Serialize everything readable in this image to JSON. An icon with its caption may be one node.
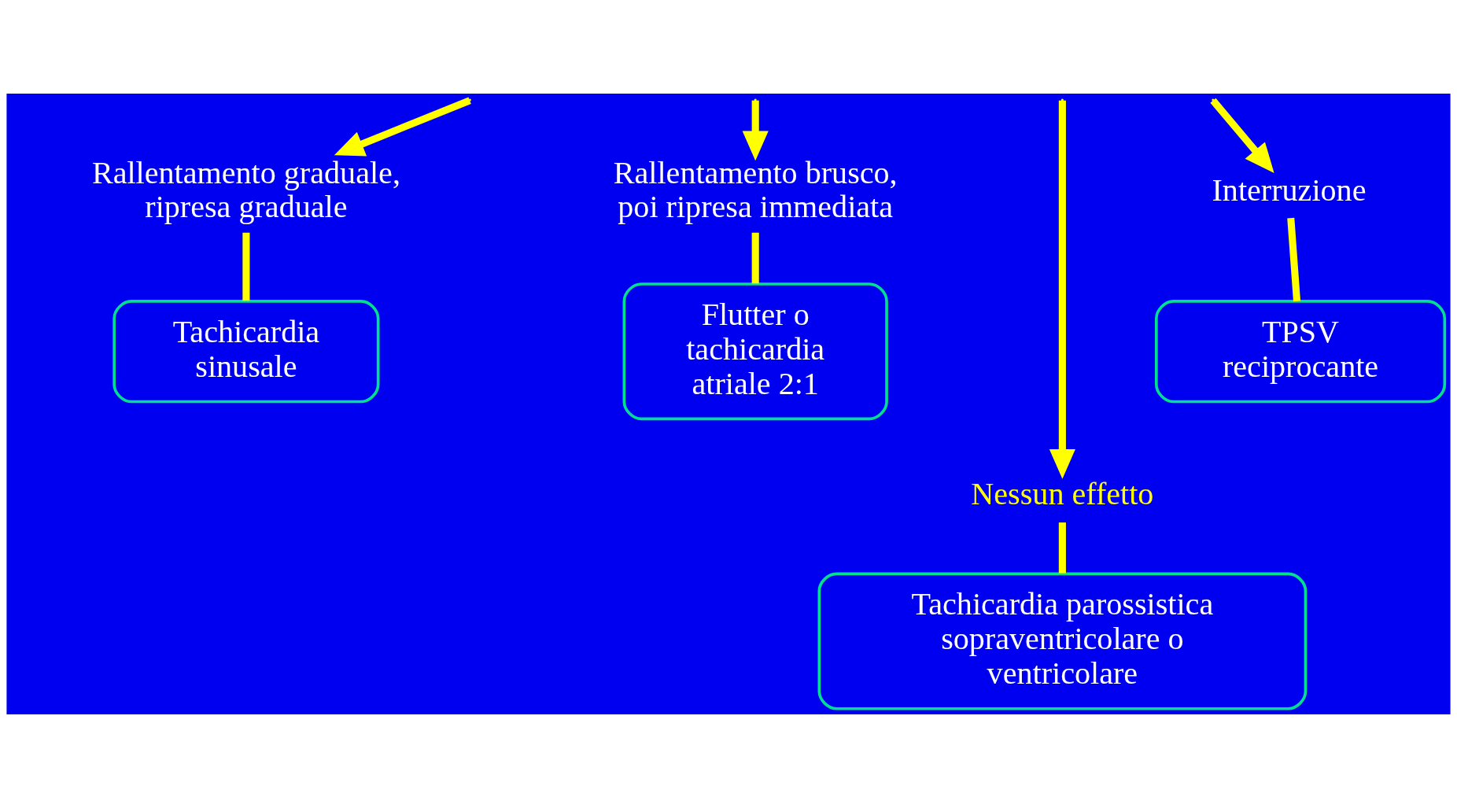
{
  "diagram": {
    "nodes": [
      {
        "text": [
          "Rallentamento graduale, ripresa graduale"
        ]
      },
      {
        "text": [
          "Tachicardia sinusale"
        ]
      },
      {
        "text": [
          "Rallentamento brusco, poi ripresa immediata"
        ]
      },
      {
        "text": [
          "Flutter o tachicardia atriale 2:1"
        ]
      },
      {
        "text": [
          "Interruzione"
        ]
      },
      {
        "text": [
          "TPSV reciprocante"
        ]
      },
      {
        "text": [
          "Nessun effetto"
        ]
      },
      {
        "text": [
          "Tachicardia parossistica sopraventricolare o ventricolare"
        ]
      }
    ],
    "edges": [
      {
        "from": null,
        "to": 0,
        "arrow": "to"
      },
      {
        "from": 0,
        "to": 1,
        "arrow": "none"
      },
      {
        "from": null,
        "to": 2,
        "arrow": "to"
      },
      {
        "from": 2,
        "to": 3,
        "arrow": "none"
      },
      {
        "from": null,
        "to": 6,
        "arrow": "to"
      },
      {
        "from": 6,
        "to": 7,
        "arrow": "none"
      },
      {
        "from": null,
        "to": 4,
        "arrow": "to"
      },
      {
        "from": 4,
        "to": 5,
        "arrow": "none"
      }
    ]
  }
}
